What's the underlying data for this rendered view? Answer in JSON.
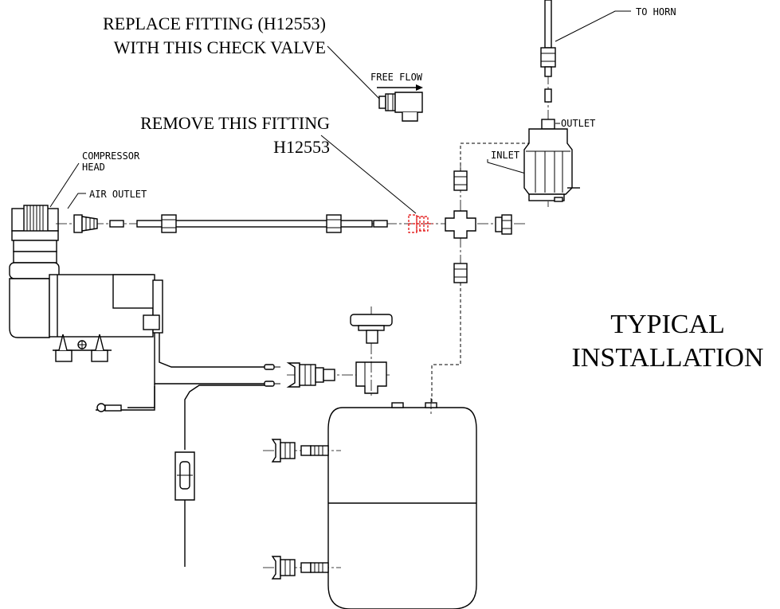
{
  "labels": {
    "replace_line1": "REPLACE FITTING (H12553)",
    "replace_line2": "WITH THIS CHECK VALVE",
    "free_flow": "FREE FLOW",
    "remove_line1": "REMOVE THIS FITTING",
    "remove_line2": "H12553",
    "compressor_head_line1": "COMPRESSOR",
    "compressor_head_line2": "HEAD",
    "air_outlet": "AIR OUTLET",
    "to_horn": "TO HORN",
    "outlet": "OUTLET",
    "inlet": "INLET",
    "typical_line1": "TYPICAL",
    "typical_line2": "INSTALLATION"
  },
  "colors": {
    "line": "#000000",
    "highlight": "#e00000",
    "background": "#ffffff"
  }
}
